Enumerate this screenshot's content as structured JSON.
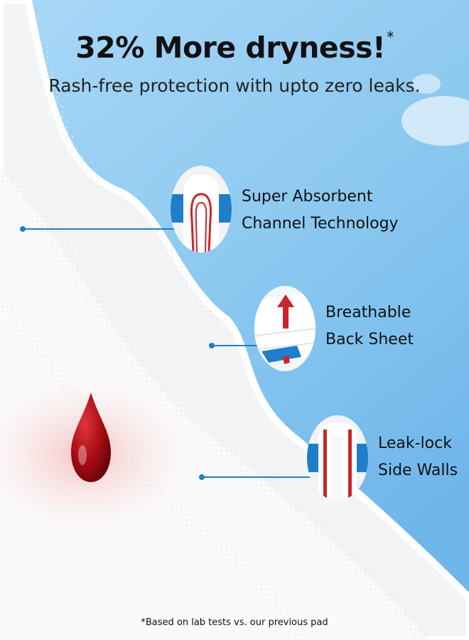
{
  "headline": {
    "text": "32% More dryness!",
    "mark": "*"
  },
  "subheadline": "Rash-free protection with upto zero leaks.",
  "features": [
    {
      "line1": "Super Absorbent",
      "line2": "Channel Technology",
      "icon": "absorbent-channel-icon"
    },
    {
      "line1": "Breathable",
      "line2": "Back Sheet",
      "icon": "breathable-sheet-icon"
    },
    {
      "line1": "Leak-lock",
      "line2": "Side Walls",
      "icon": "side-walls-icon"
    }
  ],
  "footnote": "*Based on lab tests vs. our previous pad",
  "colors": {
    "sky": "#8cc8f0",
    "accent_blue": "#1e7fc8",
    "accent_red": "#c8262b",
    "drop": "#a80d14"
  }
}
